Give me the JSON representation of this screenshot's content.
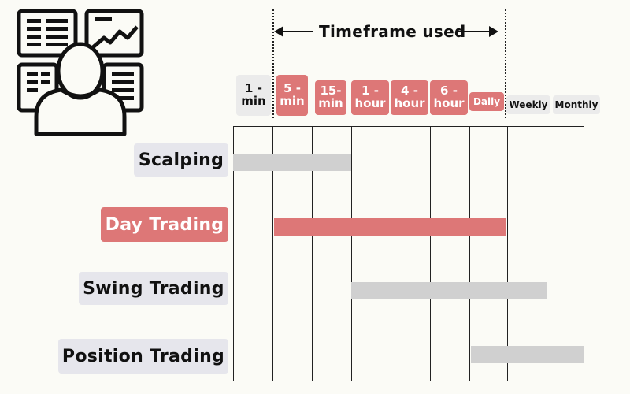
{
  "header": {
    "timeframe_label": "Timeframe used"
  },
  "columns": [
    {
      "label": "1 -\nmin"
    },
    {
      "label": "5 -\nmin"
    },
    {
      "label": "15-\nmin"
    },
    {
      "label": "1 -\nhour"
    },
    {
      "label": "4 -\nhour"
    },
    {
      "label": "6 -\nhour"
    },
    {
      "label": "Daily"
    },
    {
      "label": "Weekly"
    },
    {
      "label": "Monthly"
    }
  ],
  "rows": [
    {
      "label": "Scalping",
      "highlight": false,
      "span": [
        "1 -\nmin",
        "15-\nmin"
      ]
    },
    {
      "label": "Day Trading",
      "highlight": true,
      "span": [
        "5 -\nmin",
        "Daily"
      ]
    },
    {
      "label": "Swing Trading",
      "highlight": false,
      "span": [
        "1 -\nhour",
        "Weekly"
      ]
    },
    {
      "label": "Position Trading",
      "highlight": false,
      "span": [
        "Daily",
        "Monthly"
      ]
    }
  ],
  "colors": {
    "accent": "#dd7777",
    "neutral_bar": "#d0d0d0",
    "neutral_chip": "#ebebeb",
    "background": "#fbfbf6"
  },
  "icons": {
    "trader": "trader-monitors-icon"
  }
}
